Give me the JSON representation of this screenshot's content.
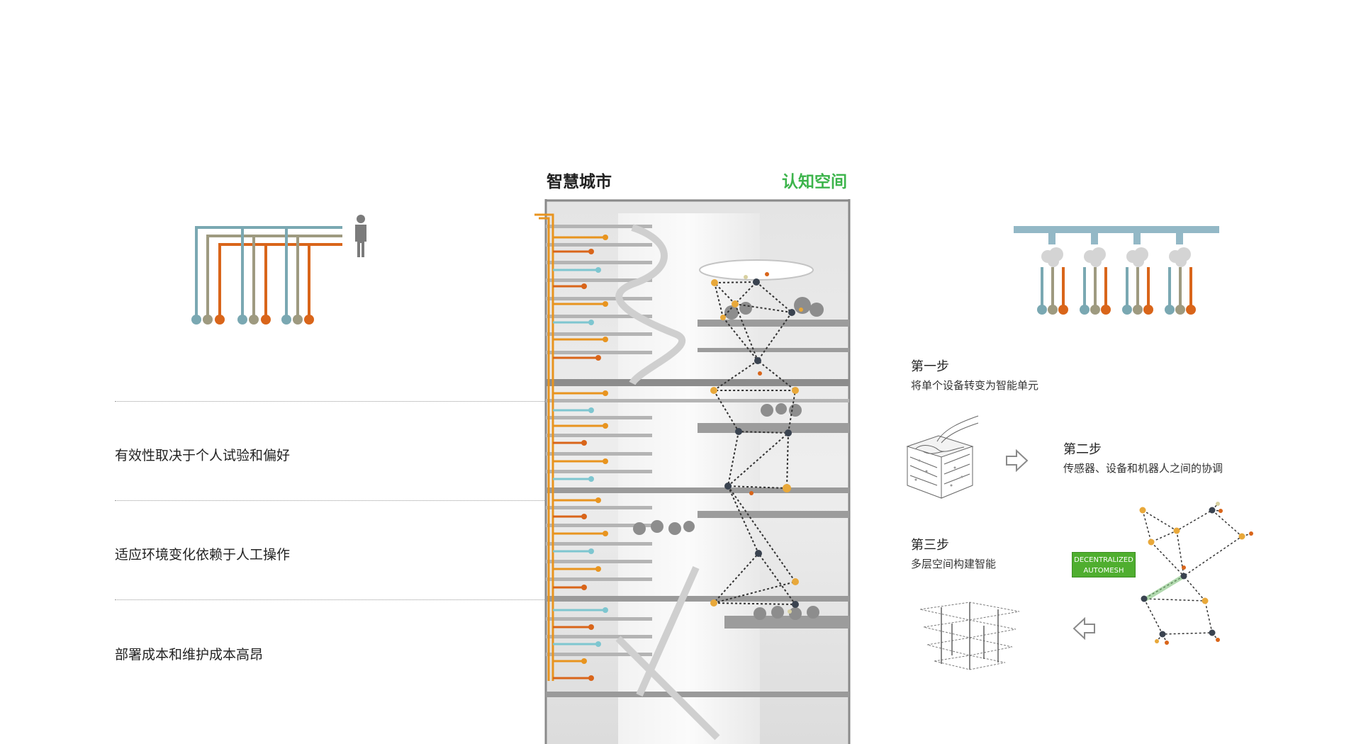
{
  "header": {
    "left_title": "智慧城市",
    "right_title": "认知空间"
  },
  "statements": [
    "有效性取决于个人试验和偏好",
    "适应环境变化依赖于人工操作",
    "部署成本和维护成本高昂"
  ],
  "steps": [
    {
      "title": "第一步",
      "desc": "将单个设备转变为智能单元"
    },
    {
      "title": "第二步",
      "desc": "传感器、设备和机器人之间的协调"
    },
    {
      "title": "第三步",
      "desc": "多层空间构建智能"
    }
  ],
  "badge": {
    "line1": "DECENTRALIZED",
    "line2": "AUTOMESH"
  },
  "icons": [
    "person-icon",
    "cloud-icon",
    "skin-sensor-cube-icon",
    "layered-structure-icon",
    "arrow-right-icon",
    "arrow-left-icon"
  ],
  "colors": {
    "teal": "#7aa8b2",
    "khaki": "#9e9a80",
    "orange": "#d9651a",
    "amber": "#e8941f",
    "green": "#3cb44b",
    "node_dark": "#3a4350",
    "node_yellow": "#e8a83a",
    "badge_green": "#4fae2f",
    "bar_blue": "#93b8c6"
  }
}
